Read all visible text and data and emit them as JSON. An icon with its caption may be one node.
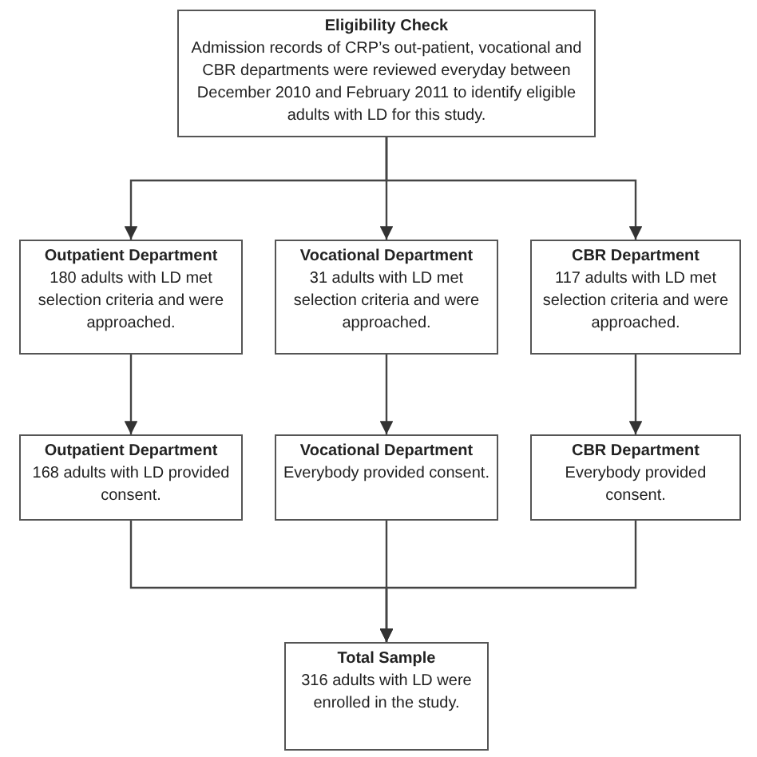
{
  "diagram": {
    "nodes": [
      {
        "text": [
          "Eligibility Check",
          "Admission records of CRP’s out-patient, vocational and CBR departments were reviewed everyday between December 2010 and February 2011 to identify eligible adults with LD for this study."
        ]
      },
      {
        "text": [
          "Outpatient Department",
          "180 adults with LD met selection criteria and were approached."
        ]
      },
      {
        "text": [
          "Vocational Department",
          "31 adults with LD met selection criteria and were approached."
        ]
      },
      {
        "text": [
          "CBR Department",
          "117 adults with LD met selection criteria and were approached."
        ]
      },
      {
        "text": [
          "Outpatient Department",
          "168 adults with LD provided consent."
        ]
      },
      {
        "text": [
          "Vocational Department",
          "Everybody provided consent."
        ]
      },
      {
        "text": [
          "CBR Department",
          "Everybody provided consent."
        ]
      },
      {
        "text": [
          "Total Sample",
          "316 adults with LD were enrolled in the study."
        ]
      }
    ],
    "edges": [
      {
        "from": 0,
        "to": 1,
        "arrow": "to"
      },
      {
        "from": 0,
        "to": 2,
        "arrow": "to"
      },
      {
        "from": 0,
        "to": 3,
        "arrow": "to"
      },
      {
        "from": 1,
        "to": 4,
        "arrow": "to"
      },
      {
        "from": 2,
        "to": 5,
        "arrow": "to"
      },
      {
        "from": 3,
        "to": 6,
        "arrow": "to"
      },
      {
        "from": 4,
        "to": 7,
        "arrow": "to"
      },
      {
        "from": 5,
        "to": 7,
        "arrow": "to"
      },
      {
        "from": 6,
        "to": 7,
        "arrow": "to"
      }
    ]
  }
}
